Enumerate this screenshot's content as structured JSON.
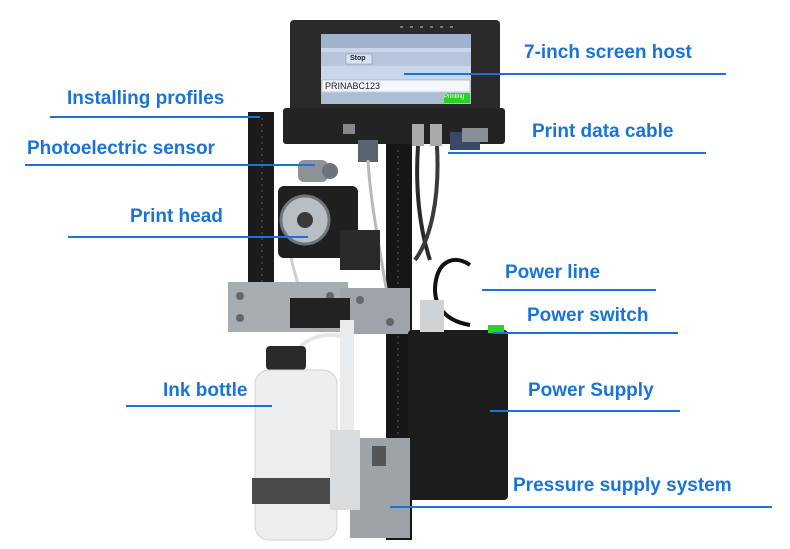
{
  "labels": {
    "screen_host": "7-inch screen host",
    "installing_profiles": "Installing profiles",
    "print_data_cable": "Print data cable",
    "photoelectric_sensor": "Photoelectric sensor",
    "print_head": "Print head",
    "power_line": "Power line",
    "power_switch": "Power switch",
    "power_supply": "Power Supply",
    "ink_bottle": "Ink bottle",
    "pressure_supply": "Pressure supply system"
  },
  "screen": {
    "stop_button": "Stop",
    "message_text": "PRINABC123",
    "status_text": "Printing"
  },
  "colors": {
    "accent": "#1a73d8",
    "status_ok": "#2bd12b"
  }
}
